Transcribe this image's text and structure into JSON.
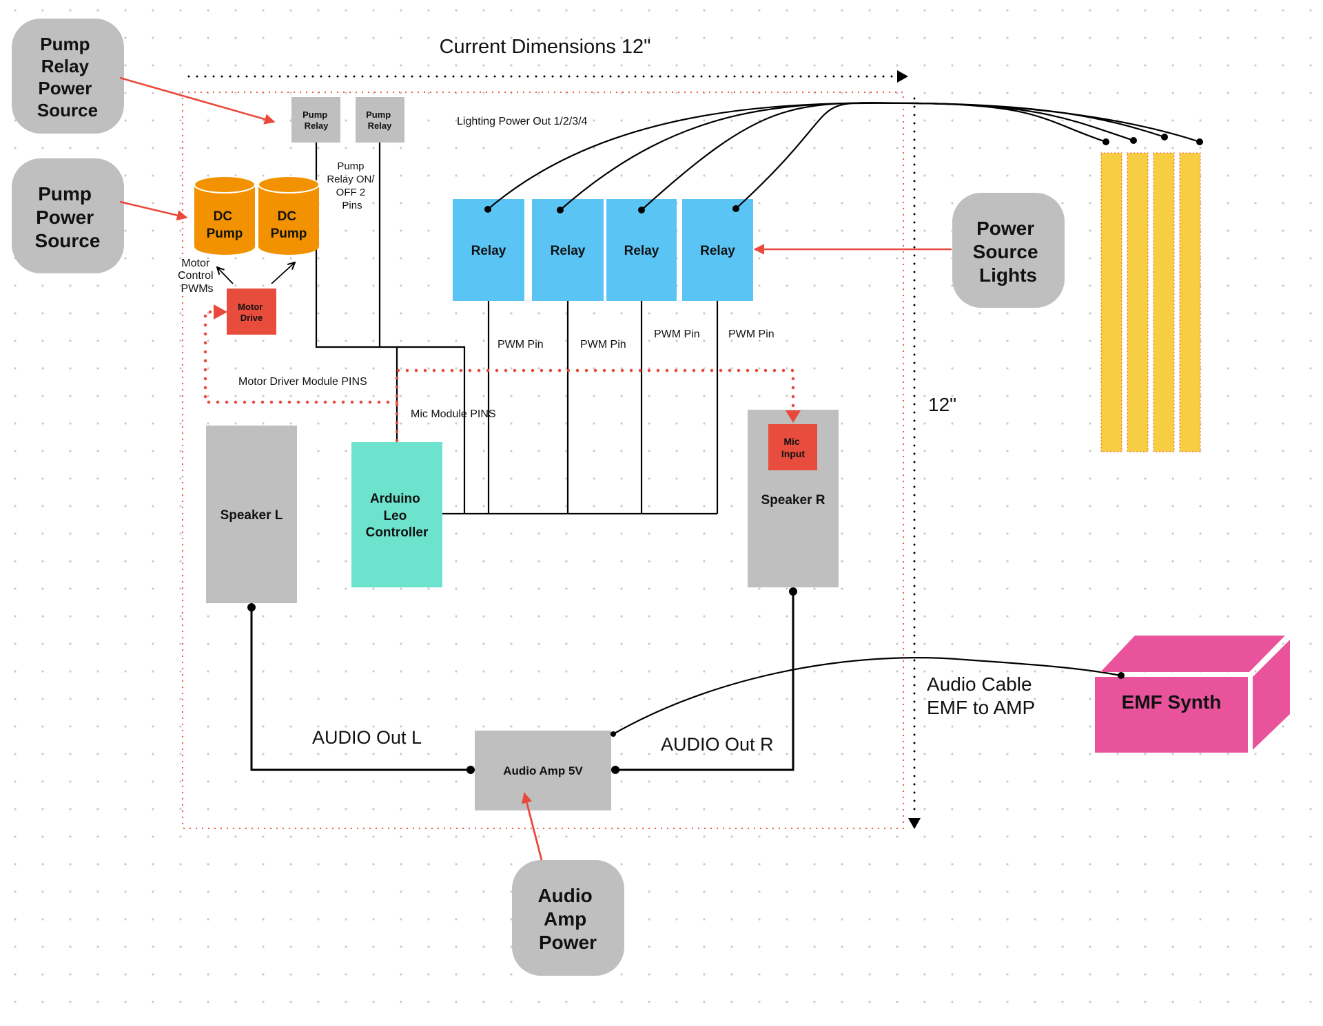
{
  "diagram": {
    "title": "Current Dimensions 12\"",
    "height_label": "12\"",
    "colors": {
      "power_box": "#bfbfbf",
      "relay": "#5ac4f5",
      "pump": "#f29200",
      "motor_drive": "#e84c3d",
      "arduino": "#6de3cd",
      "speaker": "#bfbfbf",
      "mic_input": "#e84c3d",
      "amp": "#bfbfbf",
      "emf": "#e9539c",
      "light_strip": "#f7cd42",
      "accent_red": "#e8493b"
    },
    "power_sources": {
      "pump_relay": [
        "Pump",
        "Relay",
        "Power",
        "Source"
      ],
      "pump": [
        "Pump",
        "Power",
        "Source"
      ],
      "lights": [
        "Power",
        "Source",
        "Lights"
      ],
      "audio_amp": [
        "Audio",
        "Amp",
        "Power"
      ]
    },
    "pump_relays": [
      {
        "lines": [
          "Pump",
          "Relay"
        ]
      },
      {
        "lines": [
          "Pump",
          "Relay"
        ]
      }
    ],
    "pump_relay_note": [
      "Pump",
      "Relay ON/",
      "OFF 2",
      "Pins"
    ],
    "dc_pumps": [
      {
        "lines": [
          "DC",
          "Pump"
        ]
      },
      {
        "lines": [
          "DC",
          "Pump"
        ]
      }
    ],
    "motor_control_note": [
      "Motor",
      "Control",
      "PWMs"
    ],
    "motor_drive": [
      "Motor",
      "Drive"
    ],
    "lighting_power_out": "Lighting Power Out 1/2/3/4",
    "relays": [
      {
        "label": "Relay",
        "pin_label": "PWM Pin"
      },
      {
        "label": "Relay",
        "pin_label": "PWM Pin"
      },
      {
        "label": "Relay",
        "pin_label": "PWM Pin"
      },
      {
        "label": "Relay",
        "pin_label": "PWM Pin"
      }
    ],
    "light_strips_count": 4,
    "motor_driver_pins": "Motor Driver Module PINS",
    "mic_module_pins": "Mic Module PINS",
    "speaker_l": "Speaker L",
    "speaker_r": "Speaker R",
    "mic_input": [
      "Mic",
      "Input"
    ],
    "arduino": [
      "Arduino",
      "Leo",
      "Controller"
    ],
    "audio_amp": "Audio Amp 5V",
    "audio_out_l": "AUDIO Out L",
    "audio_out_r": "AUDIO Out R",
    "audio_cable": [
      "Audio Cable",
      "EMF to AMP"
    ],
    "emf_synth": "EMF Synth"
  }
}
